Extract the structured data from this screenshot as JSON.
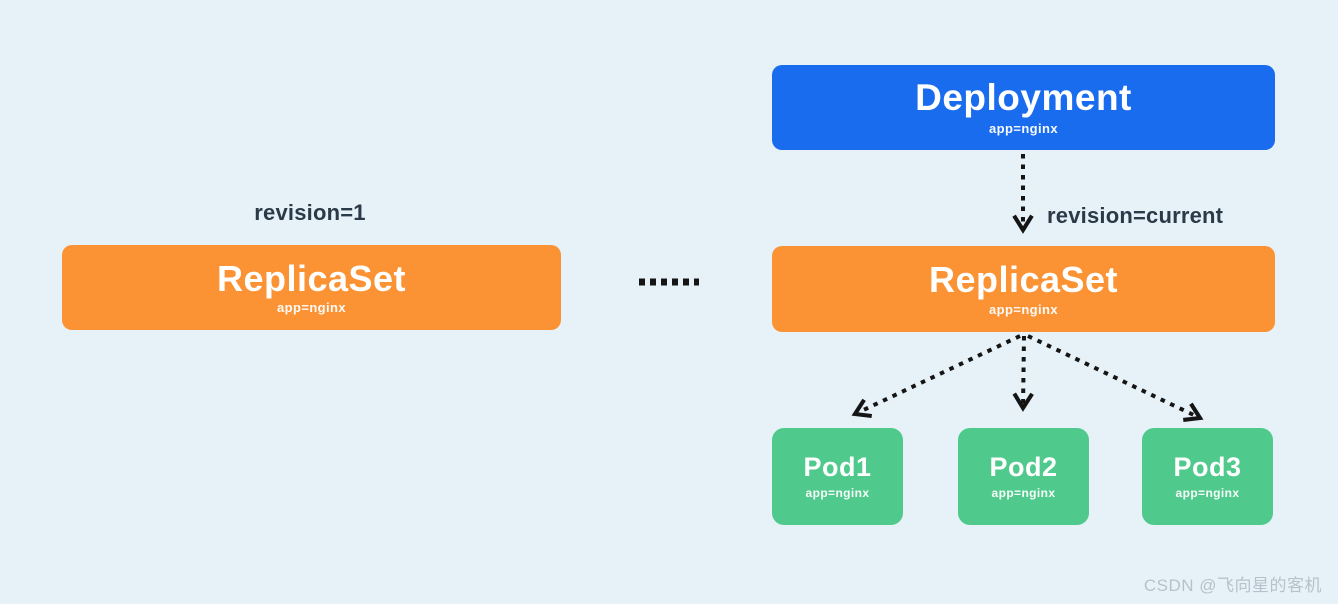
{
  "diagram": {
    "deployment": {
      "title": "Deployment",
      "selector": "app=nginx"
    },
    "replicaset_old": {
      "title": "ReplicaSet",
      "selector": "app=nginx",
      "revision_label": "revision=1"
    },
    "replicaset_current": {
      "title": "ReplicaSet",
      "selector": "app=nginx",
      "revision_label": "revision=current"
    },
    "pods": [
      {
        "title": "Pod1",
        "selector": "app=nginx"
      },
      {
        "title": "Pod2",
        "selector": "app=nginx"
      },
      {
        "title": "Pod3",
        "selector": "app=nginx"
      }
    ],
    "ellipsis": "......",
    "colors": {
      "background": "#e7f2f8",
      "deployment": "#1a6cee",
      "replicaset": "#fb9335",
      "pod": "#4fca8c",
      "arrow": "#151515",
      "label_text": "#2b3a48"
    }
  },
  "watermark": {
    "text": "CSDN @飞向星的客机"
  }
}
